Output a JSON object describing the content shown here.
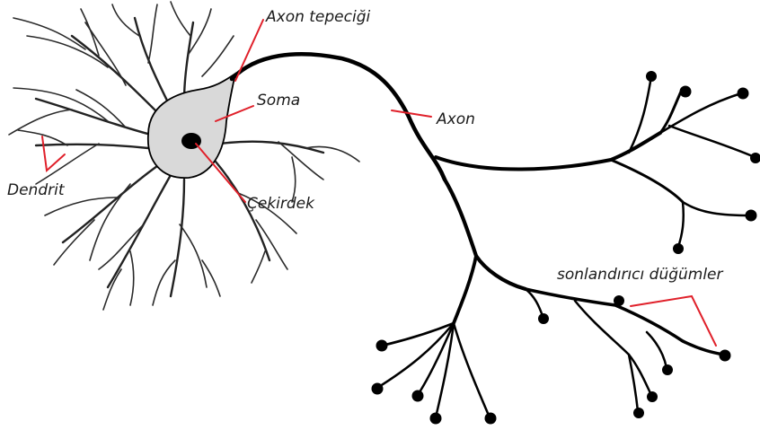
{
  "labels": {
    "axon_hillock": "Axon tepeciği",
    "soma": "Soma",
    "axon": "Axon",
    "dendrite": "Dendrit",
    "nucleus": "Çekirdek",
    "terminals": "sonlandırıcı düğümler"
  },
  "colors": {
    "leader": "#e0202a",
    "soma_fill": "#d9d9d9",
    "stroke": "#000000"
  }
}
